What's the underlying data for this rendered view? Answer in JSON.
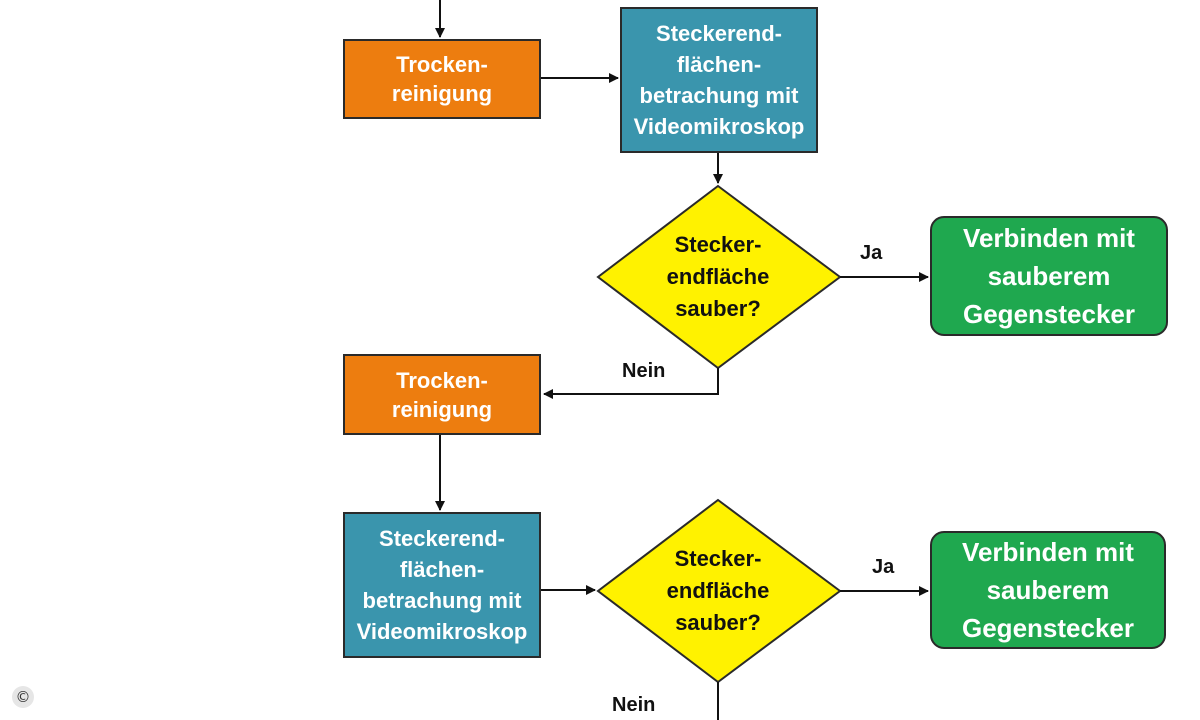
{
  "colors": {
    "clean_step": "#ed7d0f",
    "inspect_step": "#3a95ad",
    "decision": "#fff200",
    "result": "#1fa84f",
    "stroke": "#2a2a2a"
  },
  "flowchart": {
    "clean_1": "Trocken-\nreinigung",
    "inspect_1": "Steckerend-\nflächen-\nbetrachung mit\nVideomikroskop",
    "decision_1": "Stecker-\nendfläche\nsauber?",
    "yes_1": "Ja",
    "result_1": "Verbinden mit\nsauberem\nGegenstecker",
    "no_1": "Nein",
    "clean_2": "Trocken-\nreinigung",
    "inspect_2": "Steckerend-\nflächen-\nbetrachung mit\nVideomikroskop",
    "decision_2": "Stecker-\nendfläche\nsauber?",
    "yes_2": "Ja",
    "result_2": "Verbinden mit\nsauberem\nGegenstecker",
    "no_2": "Nein"
  },
  "watermark": {
    "copyright_symbol": "©"
  }
}
